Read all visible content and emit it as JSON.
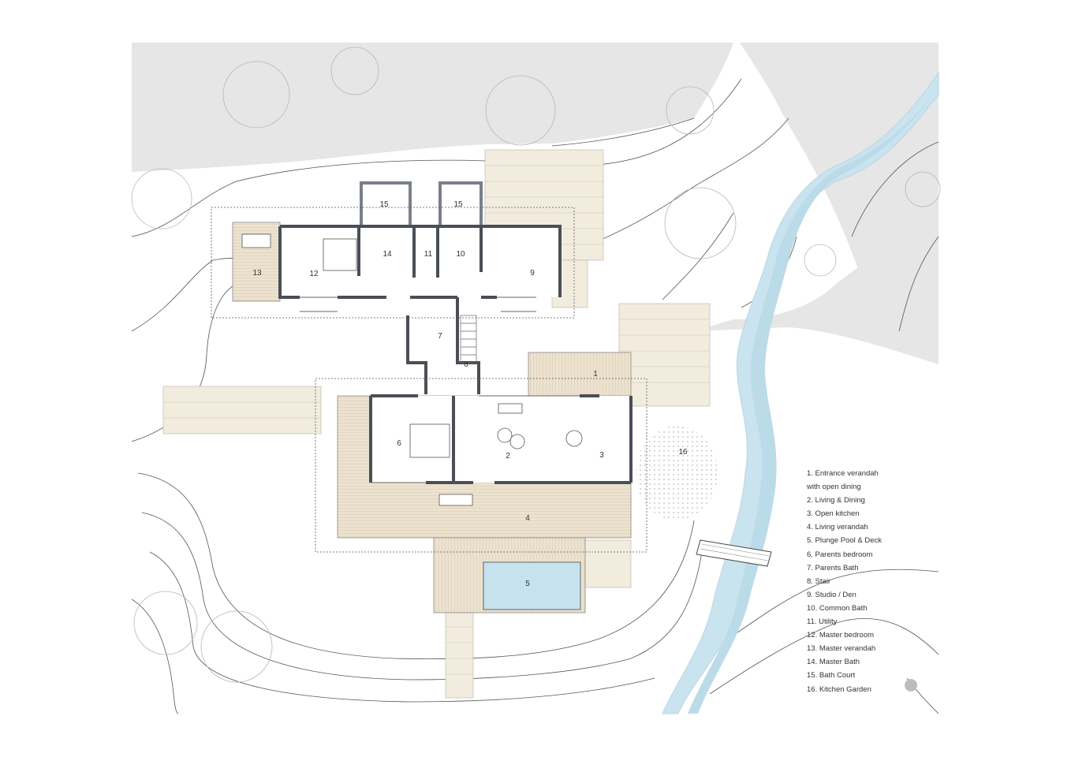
{
  "plan": {
    "room_numbers": [
      "1",
      "2",
      "3",
      "4",
      "5",
      "6",
      "7",
      "8",
      "9",
      "10",
      "11",
      "12",
      "13",
      "14",
      "15",
      "15",
      "16"
    ]
  },
  "legend": {
    "items": [
      "1. Entrance verandah",
      "with open dining",
      "2. Living & Dining",
      "3. Open kitchen",
      "4. Living verandah",
      "5. Plunge Pool & Deck",
      "6. Parents bedroom",
      "7. Parents Bath",
      "8. Stair",
      "9. Studio / Den",
      "10. Common Bath",
      "11. Utility",
      "12. Master bedroom",
      "13. Master verandah",
      "14. Master Bath",
      "15. Bath Court",
      "16. Kitchen Garden"
    ]
  },
  "colors": {
    "ground": "#e6e6e6",
    "water": "#c9e3ef",
    "deck": "#ece2cf",
    "pool": "#c6e2ef",
    "wall": "#4a4f56",
    "stone": "#f2ecdf"
  }
}
